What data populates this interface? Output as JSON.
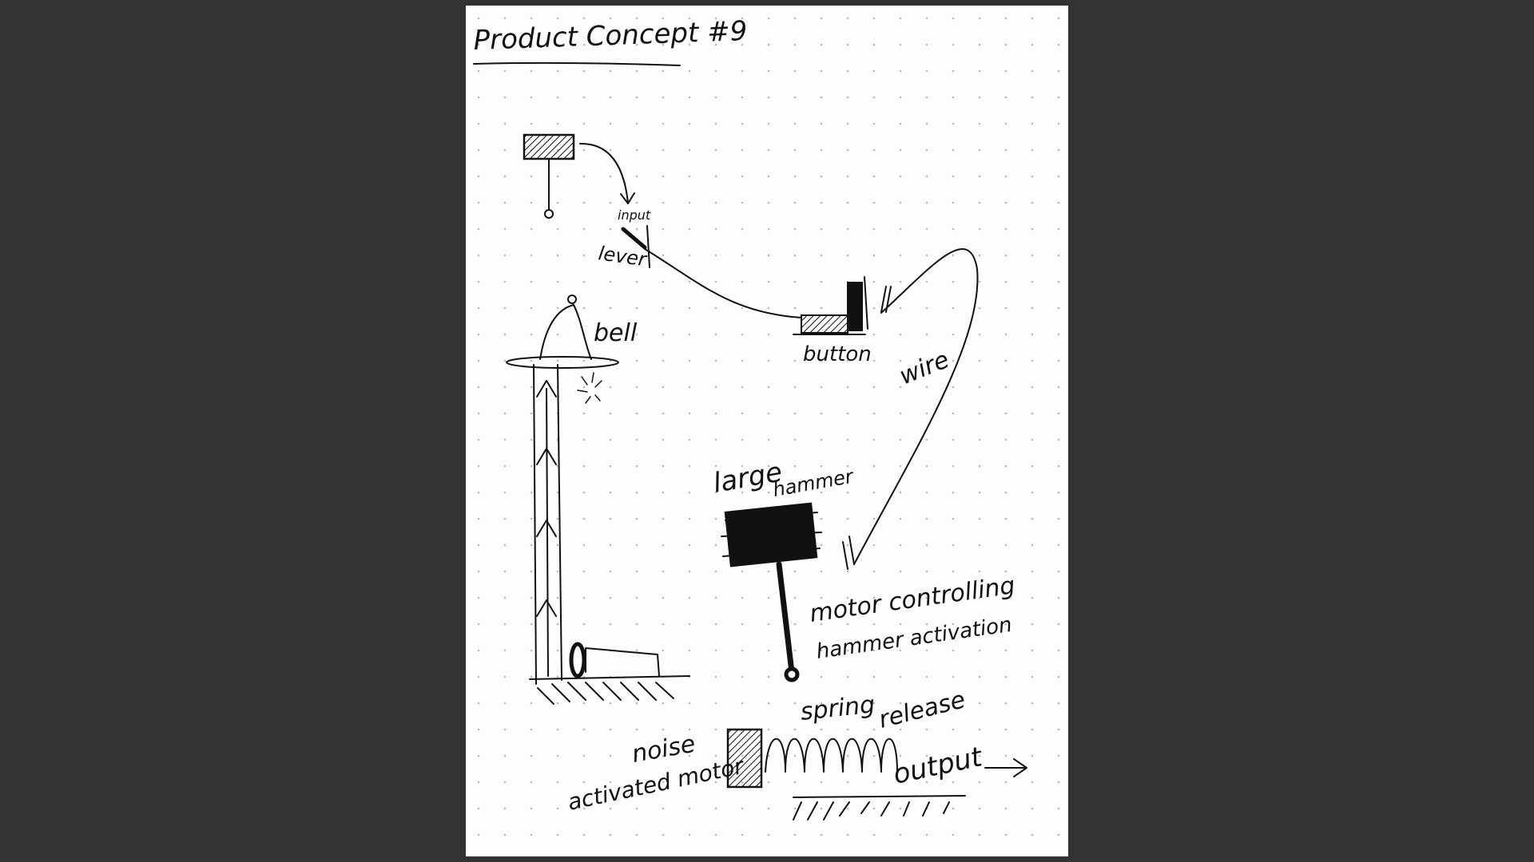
{
  "page": {
    "title": "Product Concept #9"
  },
  "labels": {
    "input": "input",
    "lever": "lever",
    "bell": "bell",
    "button": "button",
    "wire": "wire",
    "large": "large",
    "hammer": "hammer",
    "motor_controlling": "motor controlling",
    "hammer_activation": "hammer activation",
    "spring": "spring",
    "release": "release",
    "noise": "noise",
    "activated_motor": "activated motor",
    "output": "output"
  },
  "colors": {
    "background": "#333333",
    "paper": "#fdfdfd",
    "ink": "#111111",
    "dot_grid": "#b8b8b8"
  }
}
